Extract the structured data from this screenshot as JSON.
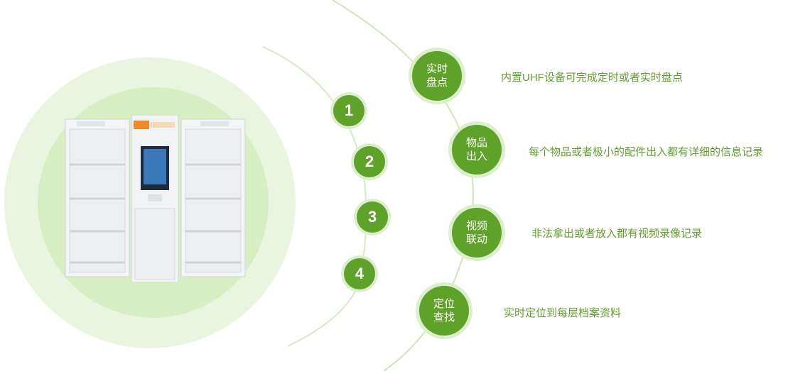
{
  "steps": [
    {
      "number": "1"
    },
    {
      "number": "2"
    },
    {
      "number": "3"
    },
    {
      "number": "4"
    }
  ],
  "features": [
    {
      "line1": "实时",
      "line2": "盘点",
      "desc": "内置UHF设备可完成定时或者实时盘点"
    },
    {
      "line1": "物品",
      "line2": "出入",
      "desc": "每个物品或者极小的配件出入都有详细的信息记录"
    },
    {
      "line1": "视频",
      "line2": "联动",
      "desc": "非法拿出或者放入都有视频录像记录"
    },
    {
      "line1": "定位",
      "line2": "查找",
      "desc": "实时定位到每层档案资料"
    }
  ],
  "colors": {
    "accent_green": "#5ea22a",
    "badge_ring": "#ddeecd",
    "circle_outer": "#e9f5df",
    "circle_inner": "#d7eec3"
  },
  "image": {
    "subject": "smart-file-cabinet"
  }
}
